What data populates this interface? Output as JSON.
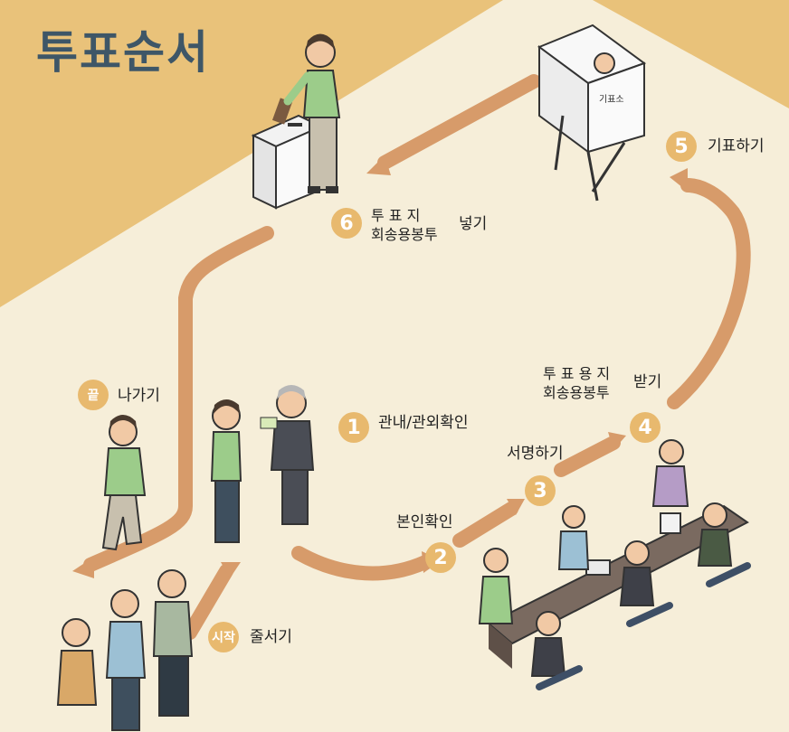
{
  "title": "투표순서",
  "steps": [
    {
      "badge": "1",
      "label": "관내/관외확인"
    },
    {
      "badge": "2",
      "label": "본인확인"
    },
    {
      "badge": "3",
      "label": "서명하기"
    },
    {
      "badge": "4",
      "label_line1": "투 표 용 지",
      "label_line2": "회송용봉투",
      "label_suffix": "받기"
    },
    {
      "badge": "5",
      "label": "기표하기"
    },
    {
      "badge": "6",
      "label_line1": "투  표  지",
      "label_line2": "회송용봉투",
      "label_suffix": "넣기"
    }
  ],
  "start": {
    "badge": "시작",
    "label": "줄서기"
  },
  "end": {
    "badge": "끝",
    "label": "나가기"
  },
  "booth_sign": "기표소",
  "colors": {
    "background": "#f6eed9",
    "corner": "#e9c27a",
    "arrow": "#d79b6a",
    "badge": "#e8b96e",
    "title": "#3e5667"
  }
}
